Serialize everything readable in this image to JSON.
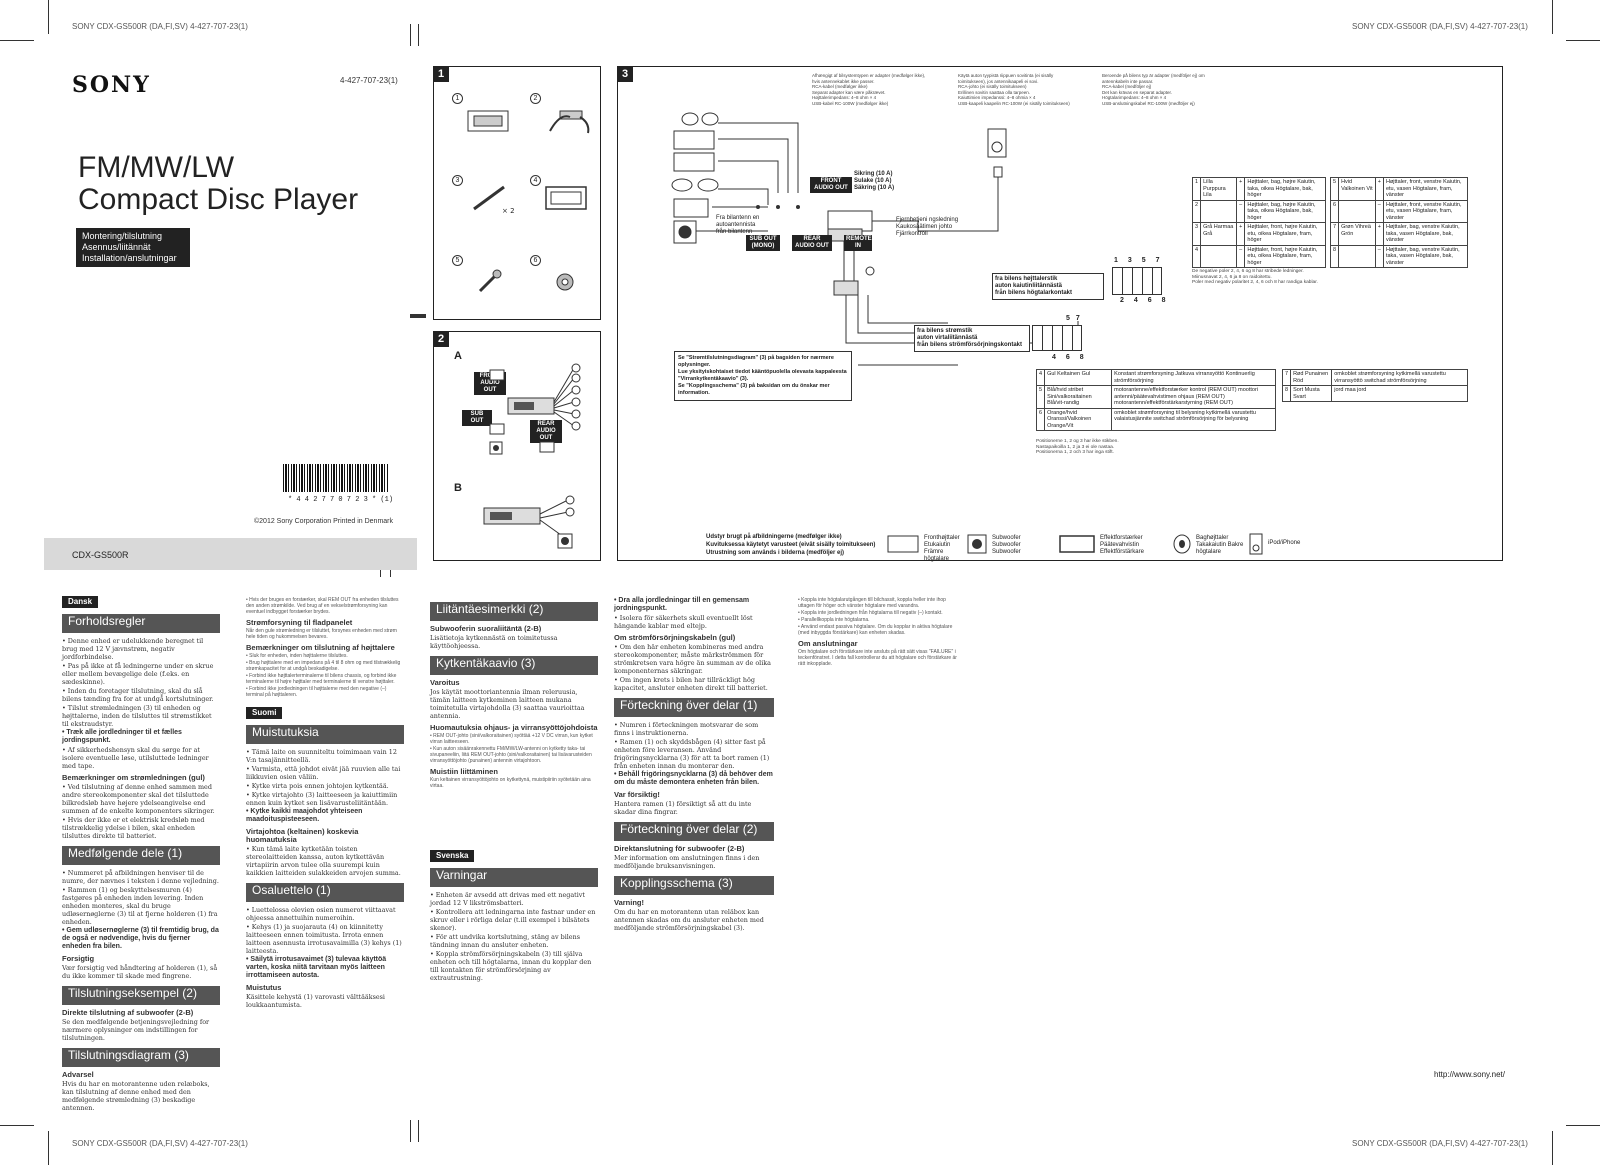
{
  "header": {
    "left": "SONY CDX-GS500R (DA,FI,SV) 4-427-707-23(1)",
    "right": "SONY CDX-GS500R (DA,FI,SV) 4-427-707-23(1)"
  },
  "footer": {
    "left": "SONY CDX-GS500R (DA,FI,SV) 4-427-707-23(1)",
    "right": "SONY CDX-GS500R (DA,FI,SV) 4-427-707-23(1)"
  },
  "cover": {
    "brand": "SONY",
    "part_number": "4-427-707-23(1)",
    "title_line1": "FM/MW/LW",
    "title_line2": "Compact Disc Player",
    "subtitle_lines": [
      "Montering/tilslutning",
      "Asennus/liitännät",
      "Installation/anslutningar"
    ],
    "barcode_text": "* 4 4 2 7 7 0 7 2 3 * (1)",
    "copyright": "©2012 Sony Corporation   Printed in Denmark",
    "model": "CDX-GS500R"
  },
  "panel1": {
    "number": "1",
    "parts": [
      "1",
      "2",
      "3",
      "4",
      "5",
      "6"
    ],
    "x2": "× 2"
  },
  "panel2": {
    "number": "2",
    "section_a": "A",
    "section_b": "B",
    "front_out": "FRONT AUDIO OUT",
    "sub_out": "SUB OUT",
    "rear_out": "REAR AUDIO OUT"
  },
  "panel3": {
    "number": "3",
    "notes_col1": [
      "Afhængigt af bilsystemtypen er adapter (medfølger ikke), hvis antennekablet ikke passer.",
      "RCA-kabel (medfølger ikke)",
      "Separat adapter kan være påkrævet.",
      "Højttalerimpedans: 4–8 ohm × 4",
      "USB-kabel RC-100W (medfølger ikke)"
    ],
    "notes_col2": [
      "Käytä auton tyypistä riippuen sovitinta (ei sisälly toimitukseen), jos antennikaapeli ei sovi.",
      "RCA-johto (ei sisälly toimitukseen)",
      "Erillinen sovitin saattaa olla tarpeen.",
      "Kaiuttimien impedanssi: 4–8 ohmia × 4",
      "USB-kaapeli kaapelin RC-100W (ei sisälly toimitukseen)"
    ],
    "notes_col3": [
      "Beroende på bilens typ är adapter (medföljer ej) om antennkabeln inte passar.",
      "RCA-kabel (medföljer ej)",
      "Det kan krävas en separat adapter.",
      "Högtalarimpedans: 4–8 ohm × 4",
      "USB-anslutningskabel RC-100W (medföljer ej)"
    ],
    "fuse_labels": [
      "Sikring (10 A)",
      "Sulake (10 A)",
      "Säkring (10 A)"
    ],
    "front_audio_out": "FRONT AUDIO OUT",
    "sub_out": "SUB OUT (MONO)",
    "rear_audio_out": "REAR AUDIO OUT",
    "remote_in": "REMOTE IN",
    "from_antenna": [
      "Fra bilantenn en",
      "autoantennista",
      "från bilantenn"
    ],
    "from_remote": [
      "Fjernbetjeni ngsledning",
      "Kaukosäätimen johto",
      "Fjärrkontroll"
    ],
    "from_power": [
      "fra bilens strømstik",
      "auton virtaliitännästä",
      "från bilens strömförsörjningskontakt"
    ],
    "from_speaker": [
      "fra bilens højttalerstik",
      "auton kaiutinliitännästä",
      "från bilens högtalarkontakt"
    ],
    "conn_top": [
      "1",
      "3",
      "5",
      "7"
    ],
    "conn_bot": [
      "2",
      "4",
      "6",
      "8"
    ],
    "conn2_top": [
      "5",
      "7"
    ],
    "conn2_bot": [
      "4",
      "6",
      "8"
    ],
    "note_box": [
      "Se \"Strømtilslutningsdiagram\" (3) på bagsiden for nærmere oplysninger.",
      "Lue yksityiskohtaiset tiedot kääntöpuolella olevasta kappaleesta \"Virrankytkentäkaavio\" (3).",
      "Se \"Kopplingsschema\" (3) på baksidan om du önskar mer information."
    ],
    "speaker_table": [
      {
        "pin": "1",
        "color": "Lilla Purppura Lila",
        "pol": "+",
        "desc": "Højttaler, bag, højre Kaiutin, taka, oikea Högtalare, bak, höger"
      },
      {
        "pin": "2",
        "color": "",
        "pol": "–",
        "desc": "Højttaler, bag, højre Kaiutin, taka, oikea Högtalare, bak, höger"
      },
      {
        "pin": "3",
        "color": "Grå Harmaa Grå",
        "pol": "+",
        "desc": "Højttaler, front, højre Kaiutin, etu, oikea Högtalare, fram, höger"
      },
      {
        "pin": "4",
        "color": "",
        "pol": "–",
        "desc": "Højttaler, front, højre Kaiutin, etu, oikea Högtalare, fram, höger"
      },
      {
        "pin": "5",
        "color": "Hvid Valkoinen Vit",
        "pol": "+",
        "desc": "Højttaler, front, venstre Kaiutin, etu, vasen Högtalare, fram, vänster"
      },
      {
        "pin": "6",
        "color": "",
        "pol": "–",
        "desc": "Højttaler, front, venstre Kaiutin, etu, vasen Högtalare, fram, vänster"
      },
      {
        "pin": "7",
        "color": "Grøn Vihreä Grön",
        "pol": "+",
        "desc": "Højttaler, bag, venstre Kaiutin, taka, vasen Högtalare, bak, vänster"
      },
      {
        "pin": "8",
        "color": "",
        "pol": "–",
        "desc": "Højttaler, bag, venstre Kaiutin, taka, vasen Högtalare, bak, vänster"
      }
    ],
    "polarity_note": [
      "De negative poler 2, 4, 6 og 8 har stribede ledninger.",
      "Miinusnavat 2, 4, 6 ja 8 on raidoitettu.",
      "Poler med negativ polaritet 2, 4, 6 och 8 har randiga kablar."
    ],
    "power_table": [
      {
        "pin": "4",
        "color": "Gul Keltainen Gul",
        "desc": "Konstant strømforsyning Jatkuva virransyöttö Kontinuerlig strömförsörjning"
      },
      {
        "pin": "5",
        "color": "Blå/hvid stribet Sini/valkoraitainen Blå/vit-randig",
        "desc": "motorantenne/effektforstærker kontrol (REM OUT) moottori antenni/päätevahvistimen ohjaus (REM OUT) motorantenn/effektförstärkarstyrning (REM OUT)"
      },
      {
        "pin": "6",
        "color": "Orange/hvid Oranssi/Valkoinen Orange/Vit",
        "desc": "omkoblet strømforsyning til belysning kytkimellä varustettu valaistusjännite switchad strömförsörjning för belysning"
      }
    ],
    "power_table2": [
      {
        "pin": "7",
        "color": "Rød Punainen Röd",
        "desc": "omkoblet strømforsyning kytkimellä varustettu virransyöttö switchad strömförsörjning"
      },
      {
        "pin": "8",
        "color": "Sort Musta Svart",
        "desc": "jord maa jord"
      }
    ],
    "position_note": [
      "Positionerne 1, 2 og 3 har ikke stikben.",
      "Nastapaikoilla 1, 2 ja 3 ei ole nastaa.",
      "Positionerna 1, 2 och 3 har inga stift."
    ],
    "legend_title": [
      "Udstyr brugt på afbildningerne (medfølger ikke)",
      "Kuvituksessa käytetyt varusteet (eivät sisälly toimitukseen)",
      "Utrustning som används i bilderna (medföljer ej)"
    ],
    "legend": [
      {
        "icon": "front-speaker-icon",
        "label": "Fronthøjttaler Etukaiutin Främre högtalare"
      },
      {
        "icon": "subwoofer-icon",
        "label": "Subwoofer Subwoofer Subwoofer"
      },
      {
        "icon": "amplifier-icon",
        "label": "Effektforstærker Päätevahvistin Effektförstärkare"
      },
      {
        "icon": "rear-speaker-icon",
        "label": "Baghøjttaler Takakaiutin Bakre högtalare"
      },
      {
        "icon": "ipod-icon",
        "label": "iPod/iPhone"
      }
    ]
  },
  "lang_da": "Dansk",
  "lang_fi": "Suomi",
  "lang_sv": "Svenska",
  "col1": {
    "s1": "Forholdsregler",
    "p1": "• Denne enhed er udelukkende beregnet til brug med 12 V jævnstrøm, negativ jordforbindelse.",
    "p2": "• Pas på ikke at få ledningerne under en skrue eller mellem bevægelige dele (f.eks. en sædeskinne).",
    "p3": "• Inden du foretager tilslutning, skal du slå bilens tænding fra for at undgå kortslutninger.",
    "p4": "• Tilslut strømledningen (3) til enheden og højttalerne, inden de tilsluttes til strømstikket til ekstraudstyr.",
    "p5": "• Træk alle jordledninger til et fælles jordingspunkt.",
    "p6": "• Af sikkerhedshensyn skal du sørge for at isolere eventuelle løse, utilsluttede ledninger med tape.",
    "h1": "Bemærkninger om strømledningen (gul)",
    "p7": "• Ved tilslutning af denne enhed sammen med andre stereokomponenter skal det tilsluttede bilkredsløb have højere ydelseangivelse end summen af de enkelte komponenters sikringer.",
    "p8": "• Hvis der ikke er et elektrisk kredsløb med tilstrækkelig ydelse i bilen, skal enheden tilsluttes direkte til batteriet.",
    "s2": "Medfølgende dele (1)",
    "p9": "• Nummeret på afbildningen henviser til de numre, der nævnes i teksten i denne vejledning.",
    "p10": "• Rammen (1) og beskyttelsesmuren (4) fastgøres på enheden inden levering. Inden enheden monteres, skal du bruge udløsernøglerne (3) til at fjerne holderen (1) fra enheden.",
    "p11": "• Gem udløsernøglerne (3) til fremtidig brug, da de også er nødvendige, hvis du fjerner enheden fra bilen.",
    "h2": "Forsigtig",
    "p12": "Vær forsigtig ved håndtering af holderen (1), så du ikke kommer til skade med fingrene.",
    "s3": "Tilslutningseksempel (2)",
    "h3": "Direkte tilslutning af subwoofer (2-B)",
    "p13": "Se den medfølgende betjeningsvejledning for nærmere oplysninger om indstillingen for tilslutningen.",
    "s4": "Tilslutningsdiagram (3)",
    "h4": "Advarsel",
    "p14": "Hvis du har en motorantenne uden relæboks, kan tilslutning af denne enhed med den medfølgende strømledning (3) beskadige antennen."
  },
  "col2": {
    "intro": "• Hvis der bruges en forstærker, skal REM OUT fra enheden tilsluttes den anden strømkilde. Ved brug af en vekselstrømforsyning kan eventuel indbygget forstærker brydes.",
    "h1": "Strømforsyning til fladpanelet",
    "p1": "Når den gule strømledning er tilsluttet, forsynes enheden med strøm hele tiden og hukommelsen bevares.",
    "h2": "Bemærkninger om tilslutning af højttalere",
    "p2": "• Sluk for enheden, inden højttalerne tilsluttes.",
    "p3": "• Brug højttalere med en impedans på 4 til 8 ohm og med tilstrækkelig strømkapacitet for at undgå beskadigelse.",
    "p4": "• Forbind ikke højttalerterminalerne til bilens chassis, og forbind ikke terminalerne til højre højttaler med terminalerne til venstre højttaler.",
    "p5": "• Forbind ikke jordledningen til højttalerne med den negative (–) terminal på højttaleren.",
    "s_fi": "Suomi",
    "s1": "Muistutuksia",
    "p6": "• Tämä laite on suunniteltu toimimaan vain 12 V:n tasajännitteellä.",
    "p7": "• Varmista, että johdot eivät jää ruuvien alle tai liikkuvien osien väliin.",
    "p8": "• Kytke virta pois ennen johtojen kytkentää.",
    "p9": "• Kytke virtajohto (3) laitteeseen ja kaiuttimiin ennen kuin kytket sen lisävarusteliitäntään.",
    "p10": "• Kytke kaikki maajohdot yhteiseen maadoituspisteeseen.",
    "h3": "Virtajohtoa (keltainen) koskevia huomautuksia",
    "p11": "• Kun tämä laite kytketään toisten stereolaitteiden kanssa, auton kytkettävän virtapiirin arvon tulee olla suurempi kuin kaikkien laitteiden sulakkeiden arvojen summa.",
    "s2": "Osaluettelo (1)",
    "p12": "• Luettelossa olevien osien numerot viittaavat ohjeessa annettuihin numeroihin.",
    "p13": "• Kehys (1) ja suojarauta (4) on kiinnitetty laitteeseen ennen toimitusta. Irrota ennen laitteen asennusta irrotusavaimilla (3) kehys (1) laitteesta.",
    "p14": "• Säilytä irrotusavaimet (3) tulevaa käyttöä varten, koska niitä tarvitaan myös laitteen irrottamiseen autosta.",
    "h4": "Muistutus",
    "p15": "Käsittele kehystä (1) varovasti välttääksesi loukkaantumista."
  },
  "col3": {
    "s1": "Liitäntäesimerkki (2)",
    "h1": "Subwooferin suoraliitäntä (2-B)",
    "p1": "Lisätietoja kytkennästä on toimitetussa käyttöohjeessa.",
    "s2": "Kytkentäkaavio (3)",
    "h2": "Varoitus",
    "p2": "Jos käytät moottoriantennia ilman releruusia, tämän laitteen kytkeminen laitteen mukana toimitetulla virtajohdolla (3) saattaa vaurioittaa antennia.",
    "h3": "Huomautuksia ohjaus- ja virransyöttöjohdoista",
    "p3": "• REM OUT-johto (sini/valkoraitainen) syöttää +12 V DC virran, kun kytket virran laitteeseen.",
    "p4": "• Kun auton sisäänrakennettu FM/MW/LW-antenni on kytketty taka- tai sivupaneeliin, liitä REM OUT-johto (sini/valkoraitainen) tai lisävarusteiden virransyöttöjohto (punainen) antennin virtajohtoon.",
    "h4": "Muistiin liittäminen",
    "p5": "Kun keltainen virransyöttöjohto on kytkettynä, muistipiiriin syötetään aina virtaa.",
    "s_sv": "Svenska",
    "s3": "Varningar",
    "p6": "• Enheten är avsedd att drivas med ett negativt jordad 12 V likströmsbatteri.",
    "p7": "• Kontrollera att ledningarna inte fastnar under en skruv eller i rörliga delar (t.ill exempel i bilsätets skenor).",
    "p8": "• För att undvika kortslutning, stäng av bilens tändning innan du ansluter enheten.",
    "p9": "• Koppla strömförsörjningskabeln (3) till själva enheten och till högtalarna, innan du kopplar den till kontakten för strömförsörjning av extrautrustning."
  },
  "col4": {
    "p1": "• Dra alla jordledningar till en gemensam jordningspunkt.",
    "p2": "• Isolera för säkerhets skull eventuellt löst hängande kablar med eltejp.",
    "h1": "Om strömförsörjningskabeln (gul)",
    "p3": "• Om den här enheten kombineras med andra stereokomponenter, måste märkströmmen för strömkretsen vara högre än summan av de olika komponenternas säkringar.",
    "p4": "• Om ingen krets i bilen har tillräckligt hög kapacitet, ansluter enheten direkt till batteriet.",
    "s1": "Förteckning över delar (1)",
    "p5": "• Numren i förteckningen motsvarar de som finns i instruktionerna.",
    "p6": "• Ramen (1) och skyddsbågen (4) sitter fast på enheten före leveransen. Använd frigöringsnycklarna (3) för att ta bort ramen (1) från enheten innan du monterar den.",
    "p7": "• Behåll frigöringsnycklarna (3) då behöver dem om du måste demontera enheten från bilen.",
    "h2": "Var försiktig!",
    "p8": "Hantera ramen (1) försiktigt så att du inte skadar dina fingrar.",
    "s2": "Förteckning över delar (2)",
    "h3": "Direktanslutning för subwoofer (2-B)",
    "p9": "Mer information om anslutningen finns i den medföljande bruksanvisningen.",
    "s3": "Kopplingsschema (3)",
    "h4": "Varning!",
    "p10": "Om du har en motorantenn utan reläbox kan antennen skadas om du ansluter enheten med medföljande strömförsörjningskabel (3)."
  },
  "col5": {
    "p1": "• Koppla inte högtalarutgången till bilchassit, koppla heller inte ihop uttagen för höger och vänster högtalare med varandra.",
    "p2": "• Koppla inte jordledningen från högtalarna till negativ (–) kontakt.",
    "p3": "• Parallellkoppla inte högtalarna.",
    "p4": "• Använd endast passiva högtalare. Om du kopplar in aktiva högtalare (med inbyggda förstärkare) kan enheten skadas.",
    "h1": "Om anslutningar",
    "p5": "Om högtalare och förstärkare inte ansluts på rätt sätt visas \"FAILURE\" i teckenfönstret. I detta fall kontrollerar du att högtalare och förstärkare är rätt inkopplade."
  },
  "website": "http://www.sony.net/"
}
